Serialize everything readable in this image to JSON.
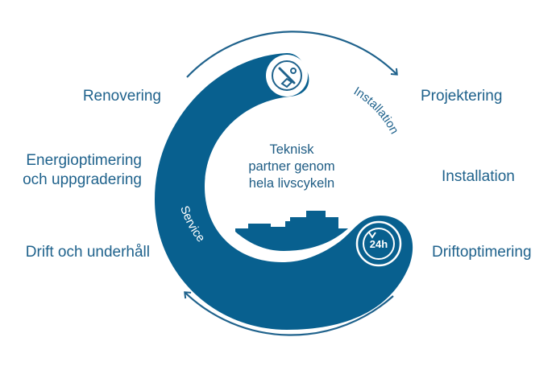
{
  "colors": {
    "primary": "#08608f",
    "text": "#1f628c",
    "white": "#ffffff"
  },
  "left_labels": {
    "renovering": "Renovering",
    "energi_line1": "Energioptimering",
    "energi_line2": "och uppgradering",
    "drift": "Drift och underhåll"
  },
  "right_labels": {
    "projektering": "Projektering",
    "installation": "Installation",
    "driftoptimering": "Driftoptimering"
  },
  "center": {
    "line1": "Teknisk",
    "line2": "partner genom",
    "line3": "hela livscykeln"
  },
  "arc_labels": {
    "installation": "Installation",
    "service": "Service"
  },
  "icons": {
    "top": "wrench-nut-icon",
    "bottom": "24h-service-icon",
    "badge_text": "24h"
  }
}
